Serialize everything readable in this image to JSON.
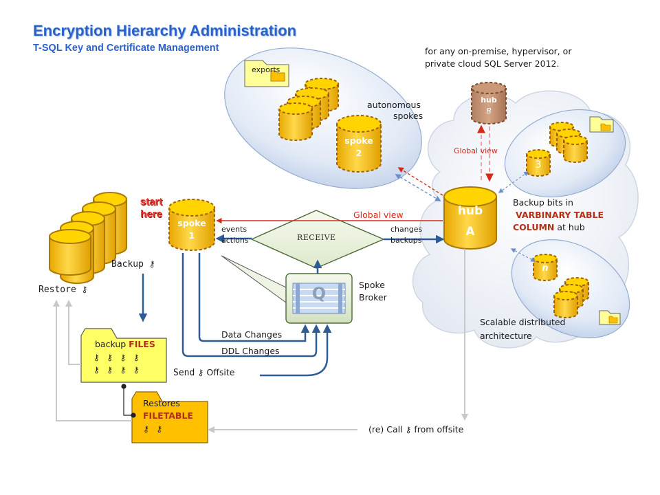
{
  "title": "Encryption Hierarchy Administration",
  "subtitle": "T-SQL Key  and Certificate Management",
  "scope_note": [
    "for any on-premise, hypervisor, or",
    "private cloud SQL Server 2012."
  ],
  "start_here": [
    "start",
    "here"
  ],
  "exports_folder": "exports",
  "autonomous_spokes": [
    "autonomous",
    "spokes"
  ],
  "spoke2": [
    "spoke",
    "2"
  ],
  "spoke1": [
    "spoke",
    "1"
  ],
  "hubB": [
    "hub",
    "B"
  ],
  "hubA": [
    "hub",
    "A"
  ],
  "spoke3": "3",
  "spoke_n": "n",
  "global_view_top": "Global view",
  "global_view_mid": "Global view",
  "events_actions": [
    "events",
    "actions"
  ],
  "changes_backups": [
    "changes",
    "backups"
  ],
  "receive": "RECEIVE",
  "queue_letter": "Q",
  "spoke_broker": [
    "Spoke",
    "Broker"
  ],
  "hub_note": {
    "line1": "Backup bits in",
    "line2": "VARBINARY TABLE",
    "line3a": "COLUMN",
    "line3b": " at hub"
  },
  "scalable": [
    "Scalable distributed",
    "architecture"
  ],
  "backup_label": "Backup",
  "restore_label": "Restore",
  "backup_files": {
    "prefix": "backup ",
    "emph": "FILES"
  },
  "restores_filetable": [
    "Restores",
    "FILETABLE"
  ],
  "data_changes": "Data Changes",
  "ddl_changes": "DDL Changes",
  "send_label": "Send",
  "offsite_label": "Offsite",
  "recall": {
    "prefix": "(re) Call",
    "suffix": "from offsite"
  },
  "key_glyph": "⚷",
  "colors": {
    "title_blue": "#2a62c9",
    "cylinder_fill": "#f5c400",
    "cylinder_stroke": "#a87800",
    "arrow_blue": "#2f5b94",
    "red": "#d42a1a",
    "folder_yellow": "#ffff66",
    "folder_orange": "#ffc000",
    "cloud": "#eef2f8"
  }
}
